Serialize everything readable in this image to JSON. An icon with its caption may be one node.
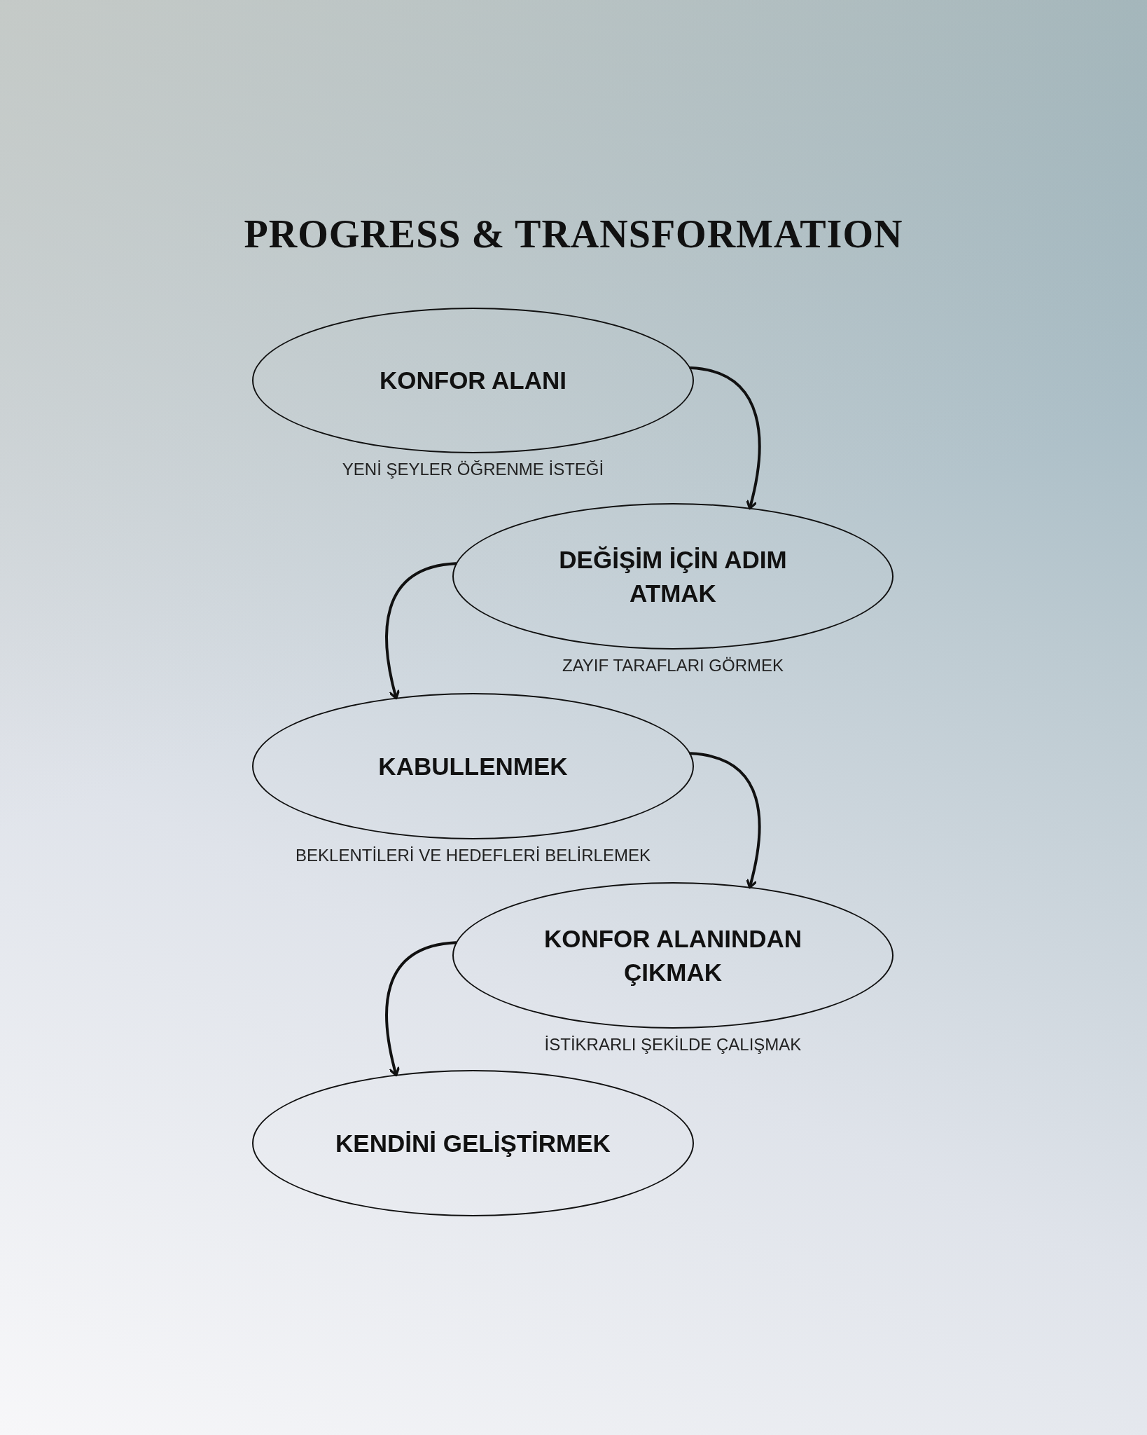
{
  "diagram": {
    "title": "PROGRESS & TRANSFORMATION",
    "nodes": [
      {
        "text": [
          "KONFOR ALANI"
        ],
        "beside": [
          "YENİ ŞEYLER ÖĞRENME İSTEĞİ"
        ]
      },
      {
        "text": [
          "DEĞİŞİM İÇİN ADIM ATMAK"
        ],
        "beside": [
          "ZAYIF TARAFLARI GÖRMEK"
        ]
      },
      {
        "text": [
          "KABULLENMEK"
        ],
        "beside": [
          "BEKLENTİLERİ VE HEDEFLERİ BELİRLEMEK"
        ]
      },
      {
        "text": [
          "KONFOR ALANINDAN ÇIKMAK"
        ],
        "beside": [
          "İSTİKRARLI ŞEKİLDE ÇALIŞMAK"
        ]
      },
      {
        "text": [
          "KENDİNİ GELİŞTİRMEK"
        ]
      }
    ],
    "edges": [
      {
        "from": 0,
        "to": 1,
        "arrow": "to"
      },
      {
        "from": 1,
        "to": 2,
        "arrow": "to"
      },
      {
        "from": 2,
        "to": 3,
        "arrow": "to"
      },
      {
        "from": 3,
        "to": 4,
        "arrow": "to"
      }
    ]
  }
}
